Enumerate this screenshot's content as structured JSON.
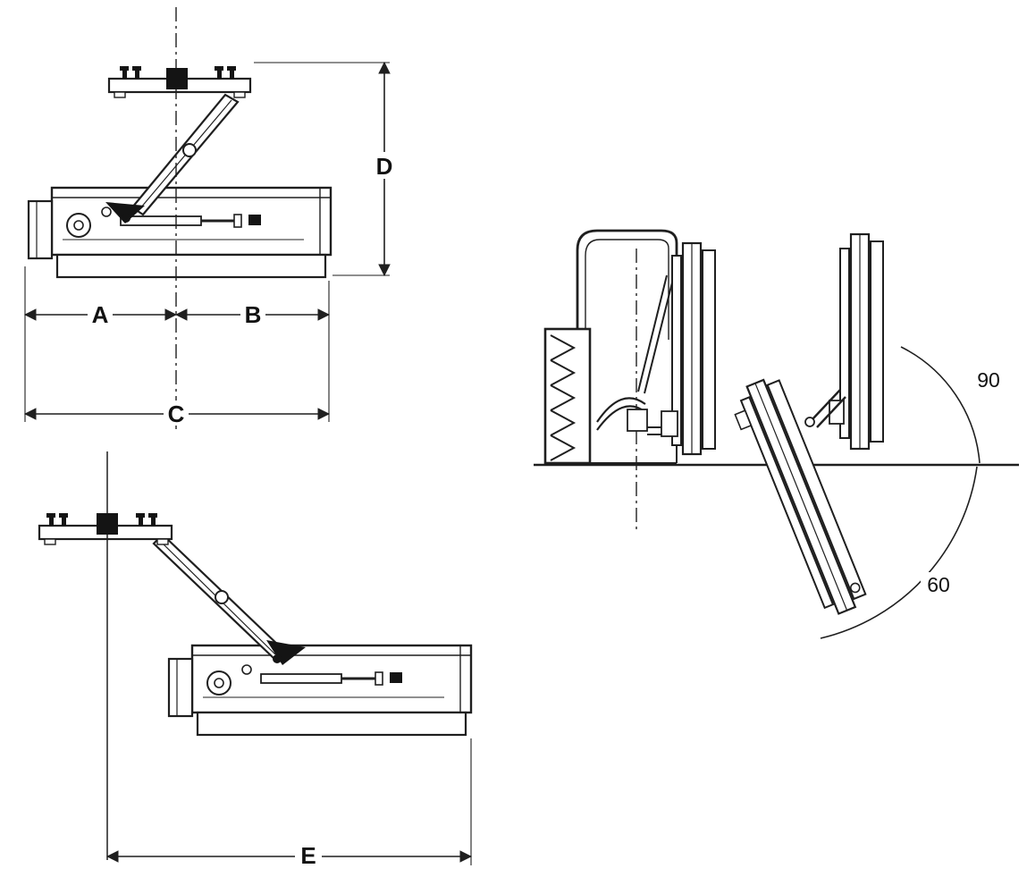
{
  "labels": {
    "dim_a": "A",
    "dim_b": "B",
    "dim_c": "C",
    "dim_d": "D",
    "dim_e": "E",
    "angle_raised": "90",
    "angle_tilted": "60"
  },
  "colors": {
    "ink": "#1f1f1f",
    "background": "#ffffff"
  }
}
